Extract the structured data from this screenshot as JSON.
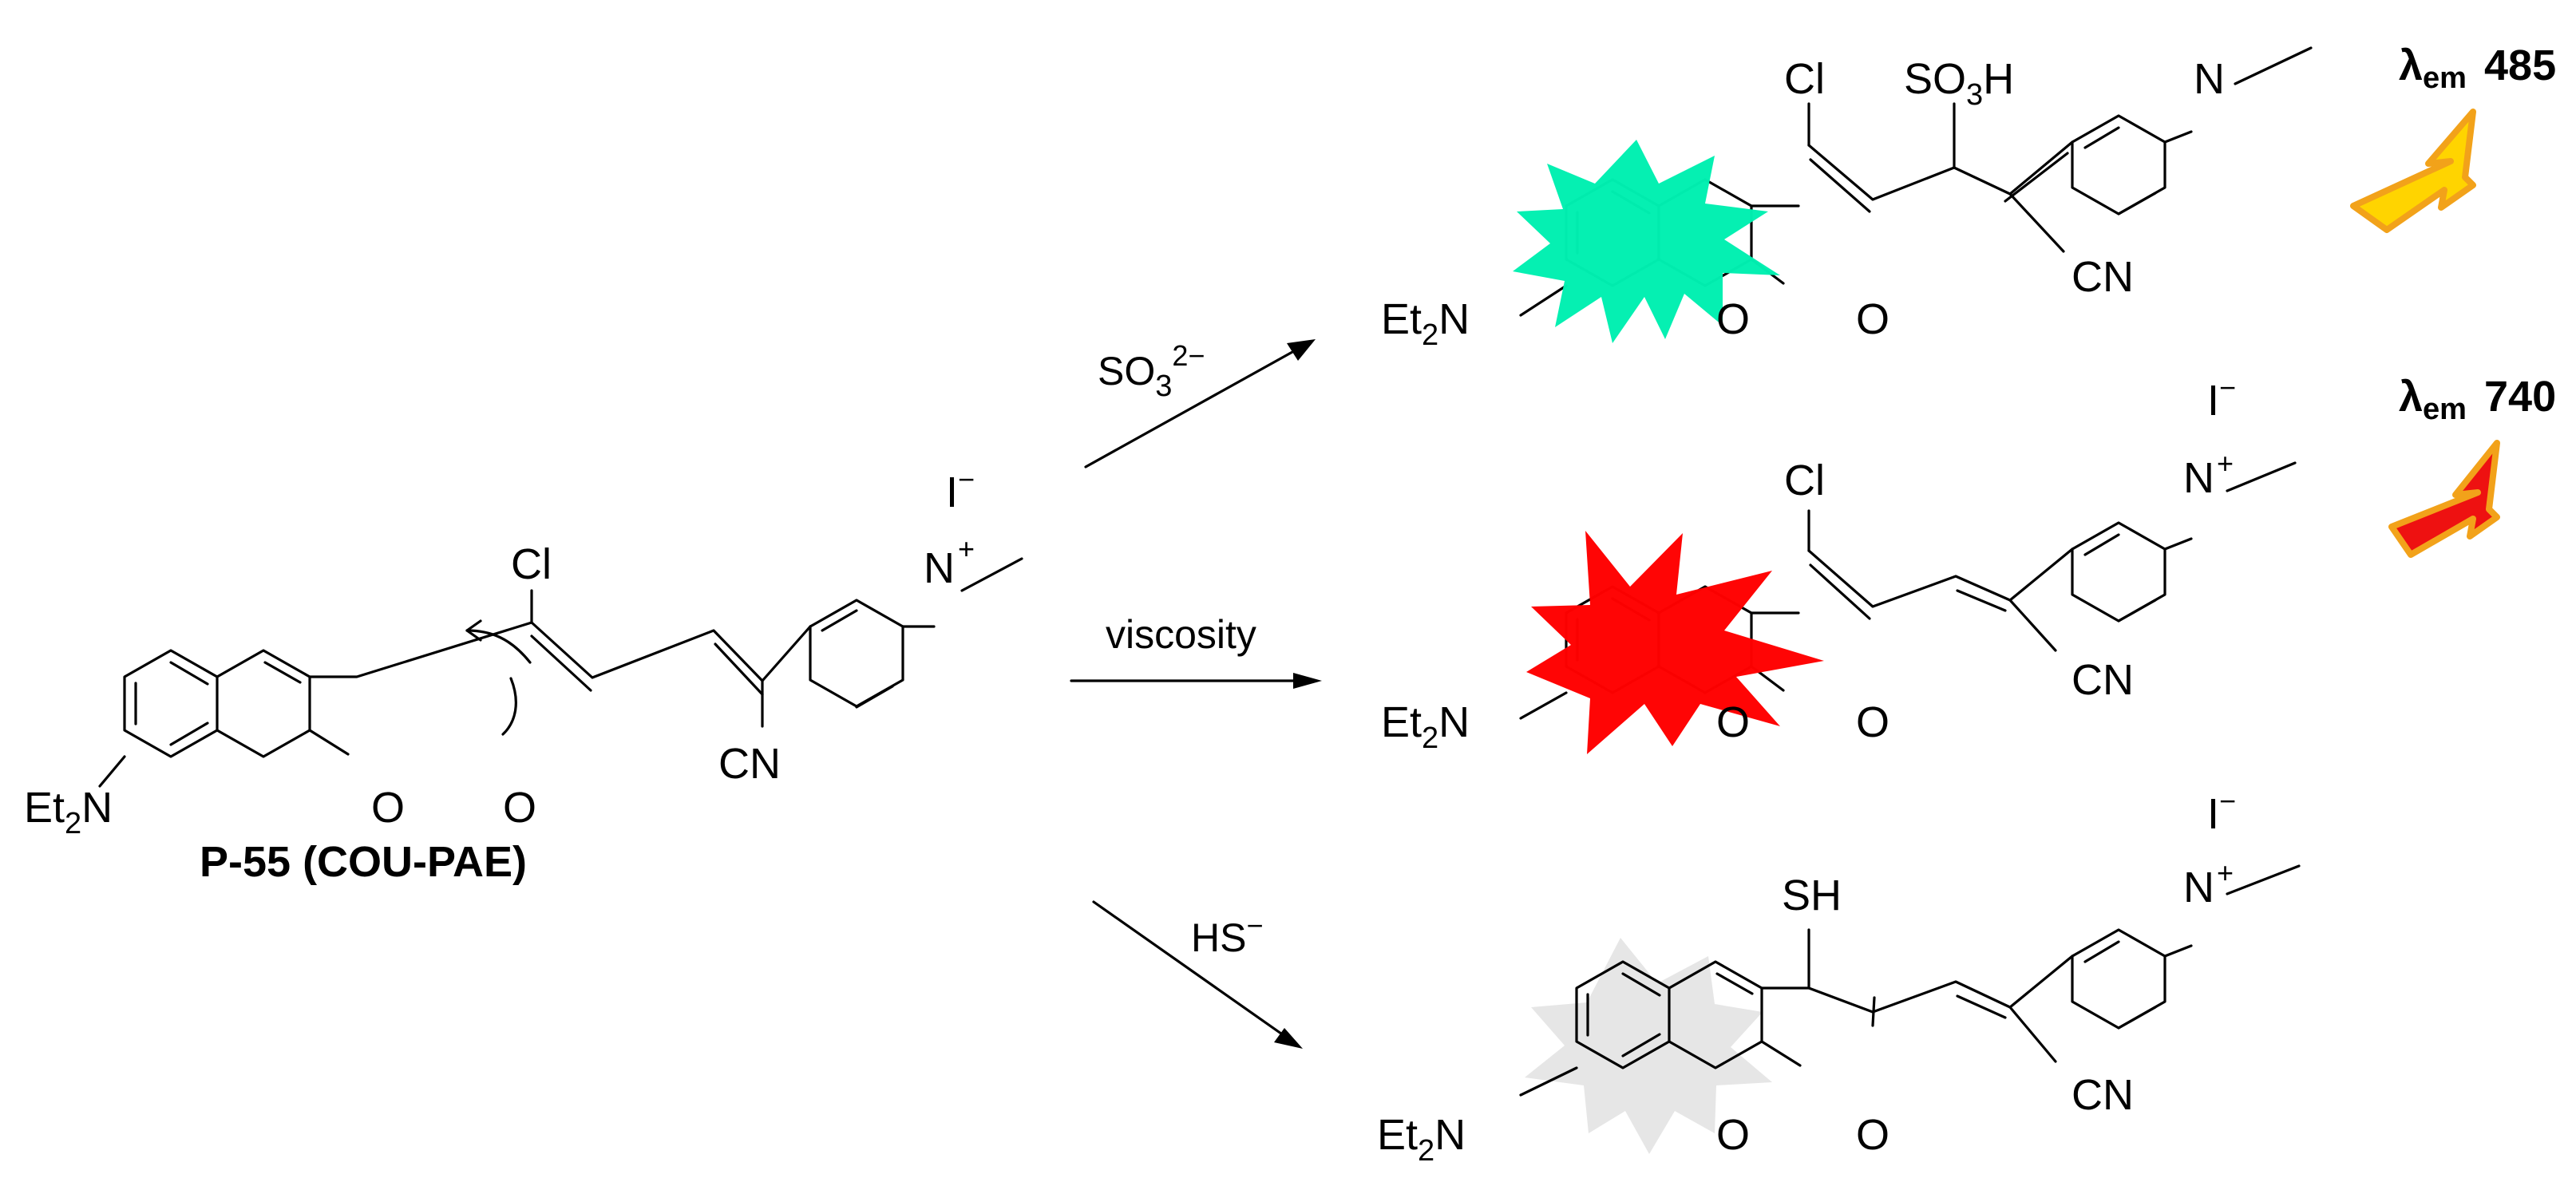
{
  "compound_name": "P-55 (COU-PAE)",
  "reagents": {
    "sulfite": {
      "base": "SO",
      "sub": "3",
      "sup": "2−"
    },
    "viscosity": "viscosity",
    "hydrosulfide": {
      "base": "HS",
      "sup": "−"
    }
  },
  "atoms": {
    "et2n": {
      "base": "Et",
      "sub": "2",
      "tail": "N"
    },
    "o": "O",
    "cl": "Cl",
    "cn": "CN",
    "n": "N",
    "plus": "+",
    "iodide": "I",
    "minus": "−",
    "so3h": {
      "base": "SO",
      "sub": "3",
      "tail": "H"
    },
    "sh": "SH"
  },
  "emission": [
    {
      "symbol": "λ",
      "sub": "em",
      "value": "485",
      "color": "#ffd400"
    },
    {
      "symbol": "λ",
      "sub": "em",
      "value": "740",
      "color": "#ee1111"
    }
  ],
  "burst_colors": {
    "sulfite_product": "#00f0b0",
    "viscosity_product": "#ff0000",
    "hs_product": "#e6e6e6"
  }
}
